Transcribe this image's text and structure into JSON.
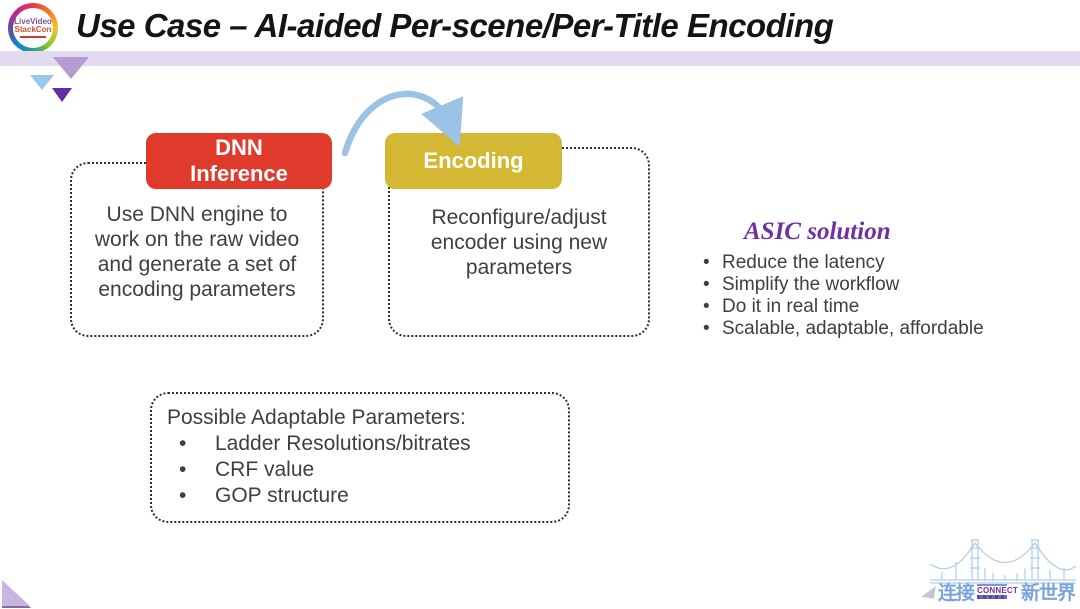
{
  "slide_title": "Use Case – AI-aided Per-scene/Per-Title Encoding",
  "header_logo": {
    "line1": "LiveVideo",
    "line2": "StackCon"
  },
  "flow": {
    "dnn_label_line1": "DNN",
    "dnn_label_line2": "Inference",
    "dnn_description_lines": [
      "Use DNN engine to",
      "work on the raw video",
      "and generate a set of",
      "encoding parameters"
    ],
    "encoding_label": "Encoding",
    "encoding_description_lines": [
      "Reconfigure/adjust",
      "encoder using new",
      "parameters"
    ]
  },
  "asic": {
    "heading": "ASIC solution",
    "bullets": [
      "Reduce the latency",
      "Simplify the workflow",
      "Do it in real time",
      "Scalable, adaptable, affordable"
    ]
  },
  "adaptable_parameters": {
    "heading": "Possible Adaptable Parameters:",
    "bullets": [
      "Ladder Resolutions/bitrates",
      "CRF value",
      "GOP structure"
    ]
  },
  "footer_brand": {
    "cn_connect": "连接",
    "en_connect": "CONNECT",
    "cn_new_world": "新世界"
  },
  "colors": {
    "dnn_box": "#e03a2c",
    "encoding_box": "#d4b834",
    "arrow": "#9cc3e5",
    "asic_heading": "#7030a0",
    "body_text": "#3f3f3f",
    "header_band": "#e2daee",
    "triangle_purple": "#b69bd2",
    "triangle_blue": "#9cc9e9",
    "triangle_violet": "#5f2da8",
    "bridge_art": "#aecdec"
  }
}
